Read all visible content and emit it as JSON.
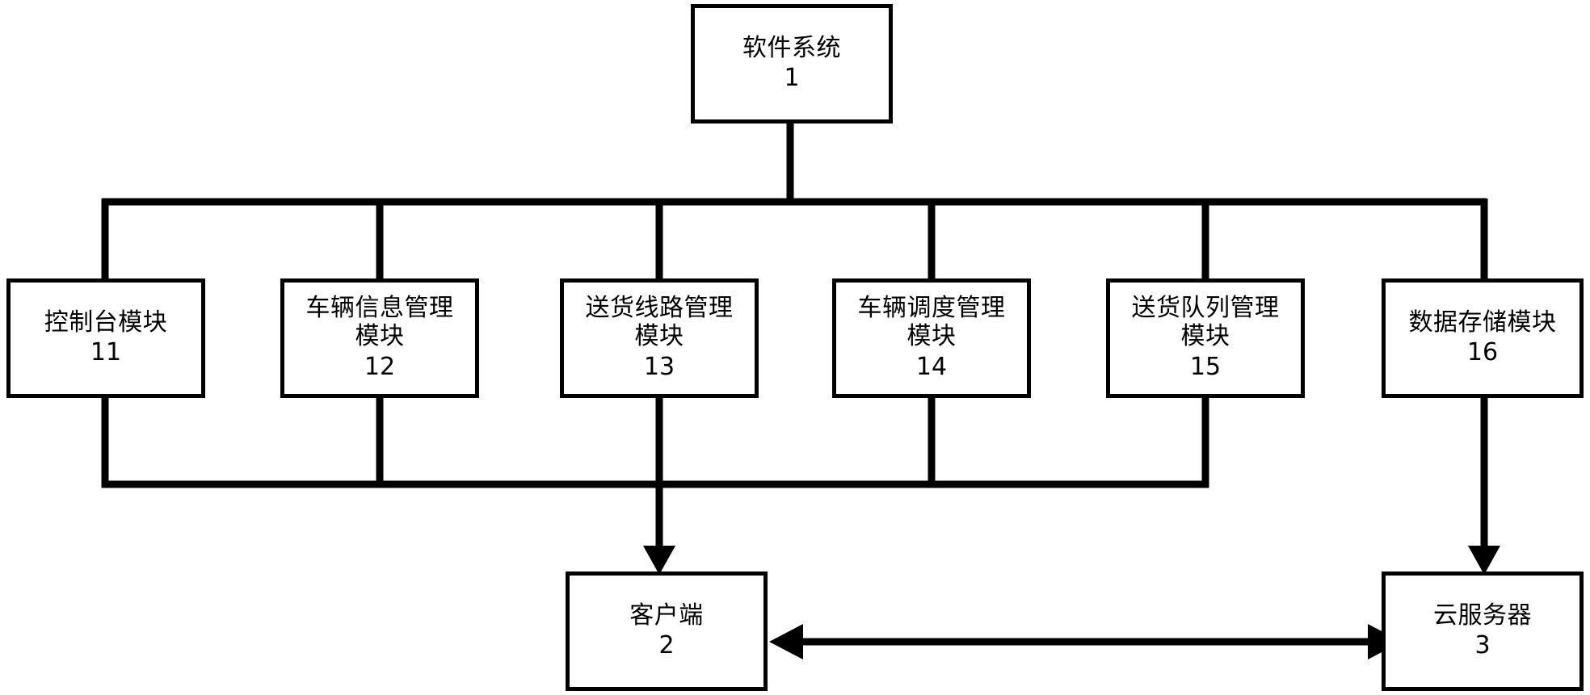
{
  "diagram": {
    "type": "block-diagram",
    "background_color": "#ffffff",
    "line_color": "#000000",
    "root": {
      "title": "软件系统",
      "number": "1"
    },
    "modules": [
      {
        "title": "控制台模块",
        "number": "11"
      },
      {
        "title": "车辆信息管理\n模块",
        "number": "12"
      },
      {
        "title": "送货线路管理\n模块",
        "number": "13"
      },
      {
        "title": "车辆调度管理\n模块",
        "number": "14"
      },
      {
        "title": "送货队列管理\n模块",
        "number": "15"
      },
      {
        "title": "数据存储模块",
        "number": "16"
      }
    ],
    "endpoints": [
      {
        "title": "客户端",
        "number": "2"
      },
      {
        "title": "云服务器",
        "number": "3"
      }
    ]
  }
}
